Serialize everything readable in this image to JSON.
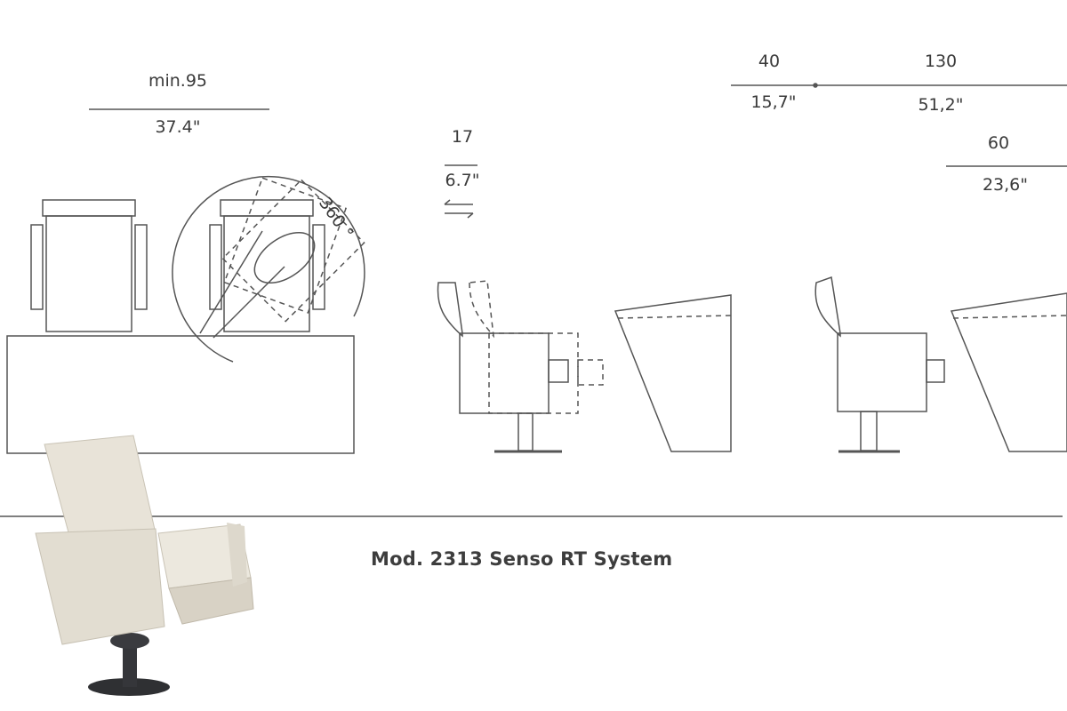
{
  "plan_view": {
    "dim_metric": "min.95",
    "dim_imperial": "37.4\"",
    "rotation": "360 °"
  },
  "side_view_tilt": {
    "dim_metric": "17",
    "dim_imperial": "6.7\"",
    "arrows": "⇆"
  },
  "side_view_row": {
    "dim_a_metric": "40",
    "dim_a_imperial": "15,7\"",
    "dim_b_metric": "130",
    "dim_b_imperial": "51,2\"",
    "dim_c_metric": "60",
    "dim_c_imperial": "23,6\""
  },
  "caption": "Mod. 2313 Senso RT System",
  "colors": {
    "line": "#555555",
    "chair_upholstery": "#e6e1d6",
    "chair_base": "#2f3033"
  }
}
